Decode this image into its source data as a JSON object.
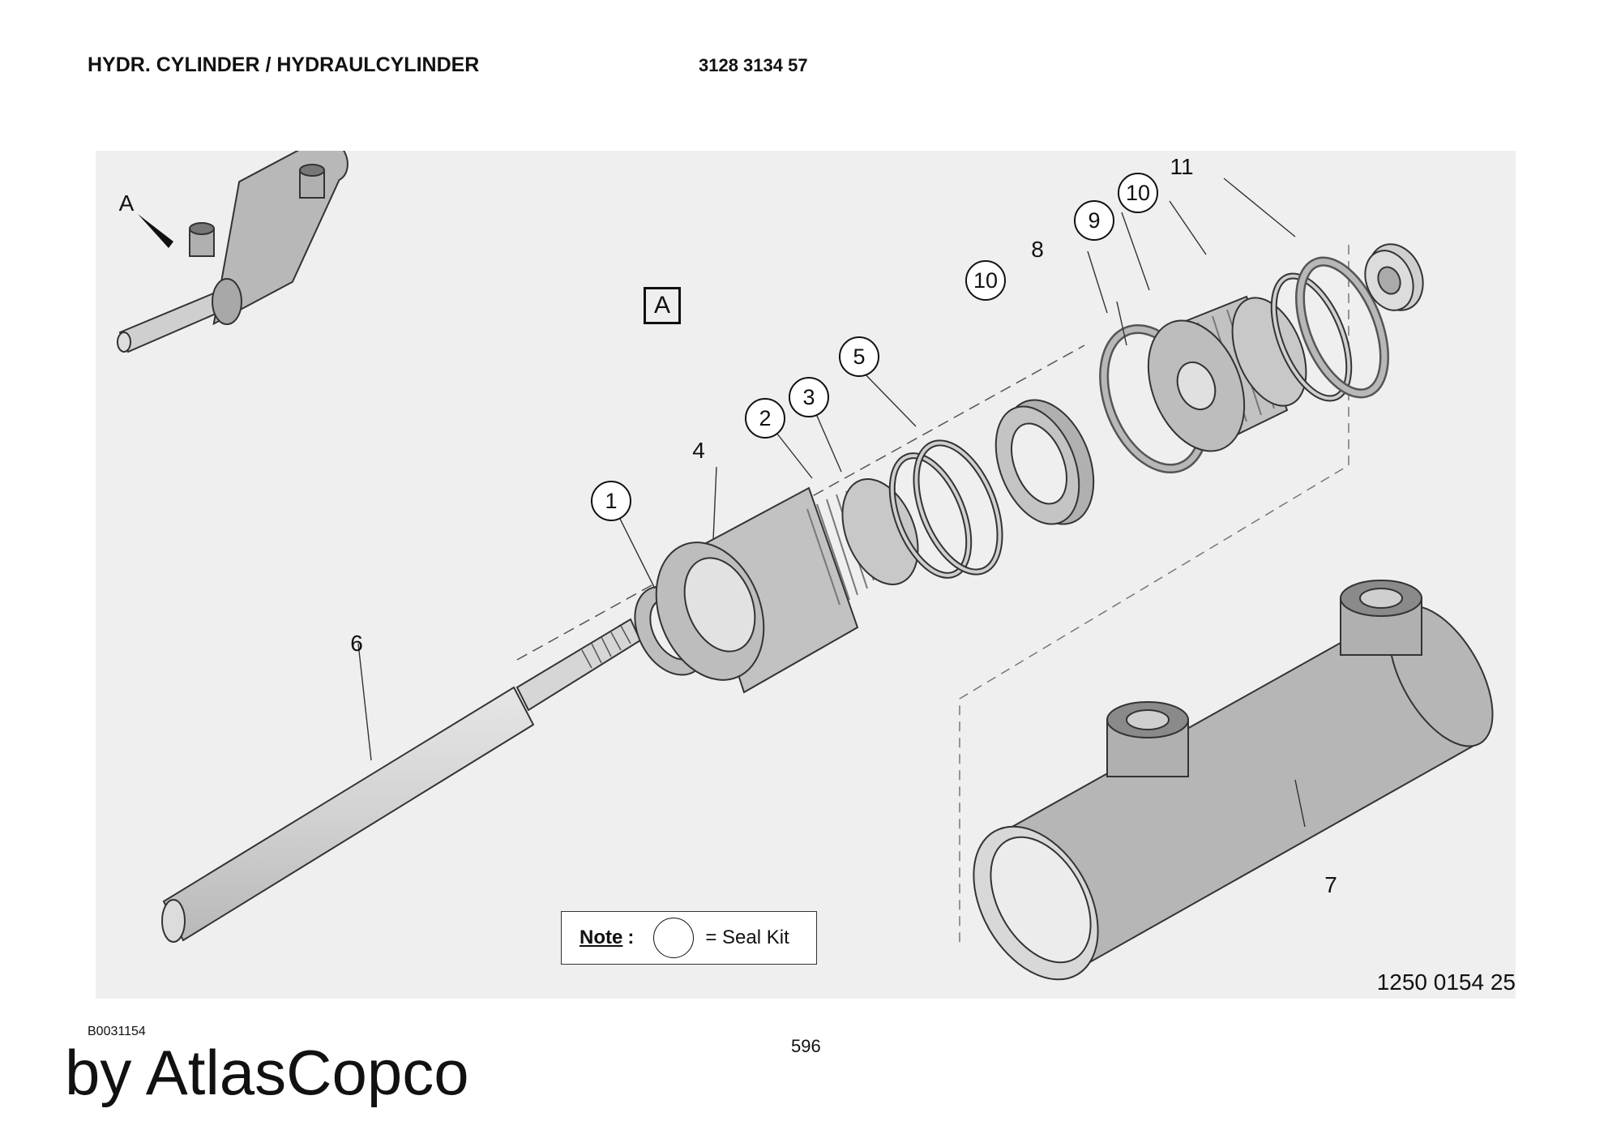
{
  "header": {
    "title": "HYDR. CYLINDER / HYDRAULCYLINDER",
    "part_number": "3128 3134 57"
  },
  "diagram": {
    "view_label": "A",
    "view_box": "A",
    "callouts": {
      "c1": "1",
      "c2": "2",
      "c3": "3",
      "c4": "4",
      "c5": "5",
      "c6": "6",
      "c7": "7",
      "c8": "8",
      "c9": "9",
      "c10a": "10",
      "c10b": "10",
      "c11": "11"
    },
    "drawing_number": "1250 0154 25",
    "note": {
      "label": "Note",
      "colon": ":",
      "text": "= Seal Kit"
    }
  },
  "footer": {
    "doc_code": "B0031154",
    "page": "596",
    "brand": "by AtlasCopco"
  }
}
